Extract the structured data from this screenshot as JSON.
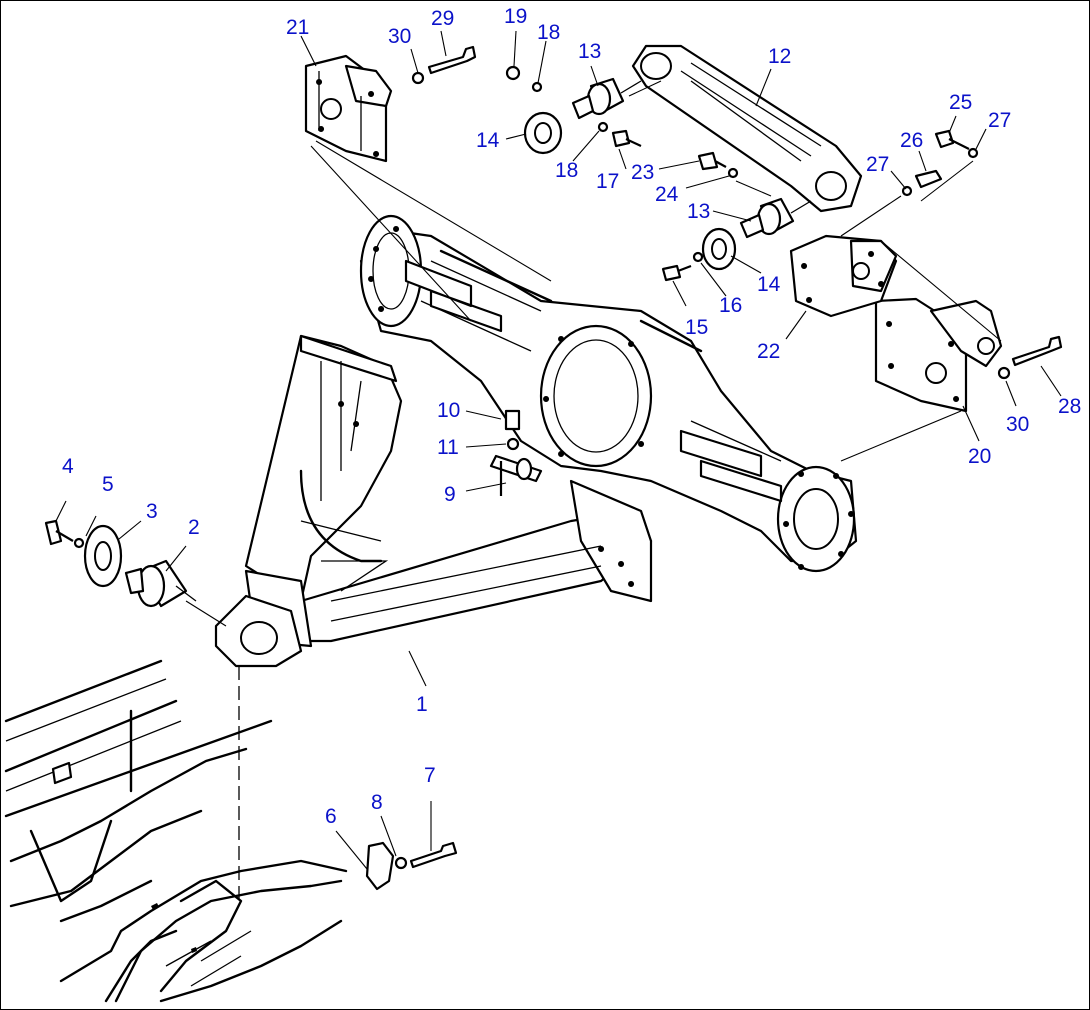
{
  "colors": {
    "callout": "#0b12c9",
    "line": "#000000",
    "background": "#ffffff"
  },
  "callouts": [
    {
      "id": "c1",
      "text": "1"
    },
    {
      "id": "c2",
      "text": "2"
    },
    {
      "id": "c3",
      "text": "3"
    },
    {
      "id": "c4",
      "text": "4"
    },
    {
      "id": "c5",
      "text": "5"
    },
    {
      "id": "c6",
      "text": "6"
    },
    {
      "id": "c7",
      "text": "7"
    },
    {
      "id": "c8",
      "text": "8"
    },
    {
      "id": "c9",
      "text": "9"
    },
    {
      "id": "c10",
      "text": "10"
    },
    {
      "id": "c11",
      "text": "11"
    },
    {
      "id": "c12",
      "text": "12"
    },
    {
      "id": "c13a",
      "text": "13"
    },
    {
      "id": "c13b",
      "text": "13"
    },
    {
      "id": "c14a",
      "text": "14"
    },
    {
      "id": "c14b",
      "text": "14"
    },
    {
      "id": "c15",
      "text": "15"
    },
    {
      "id": "c16",
      "text": "16"
    },
    {
      "id": "c17",
      "text": "17"
    },
    {
      "id": "c18a",
      "text": "18"
    },
    {
      "id": "c18b",
      "text": "18"
    },
    {
      "id": "c19",
      "text": "19"
    },
    {
      "id": "c20",
      "text": "20"
    },
    {
      "id": "c21",
      "text": "21"
    },
    {
      "id": "c22",
      "text": "22"
    },
    {
      "id": "c23",
      "text": "23"
    },
    {
      "id": "c24",
      "text": "24"
    },
    {
      "id": "c25",
      "text": "25"
    },
    {
      "id": "c26",
      "text": "26"
    },
    {
      "id": "c27a",
      "text": "27"
    },
    {
      "id": "c27b",
      "text": "27"
    },
    {
      "id": "c28",
      "text": "28"
    },
    {
      "id": "c29",
      "text": "29"
    },
    {
      "id": "c30a",
      "text": "30"
    },
    {
      "id": "c30b",
      "text": "30"
    }
  ]
}
